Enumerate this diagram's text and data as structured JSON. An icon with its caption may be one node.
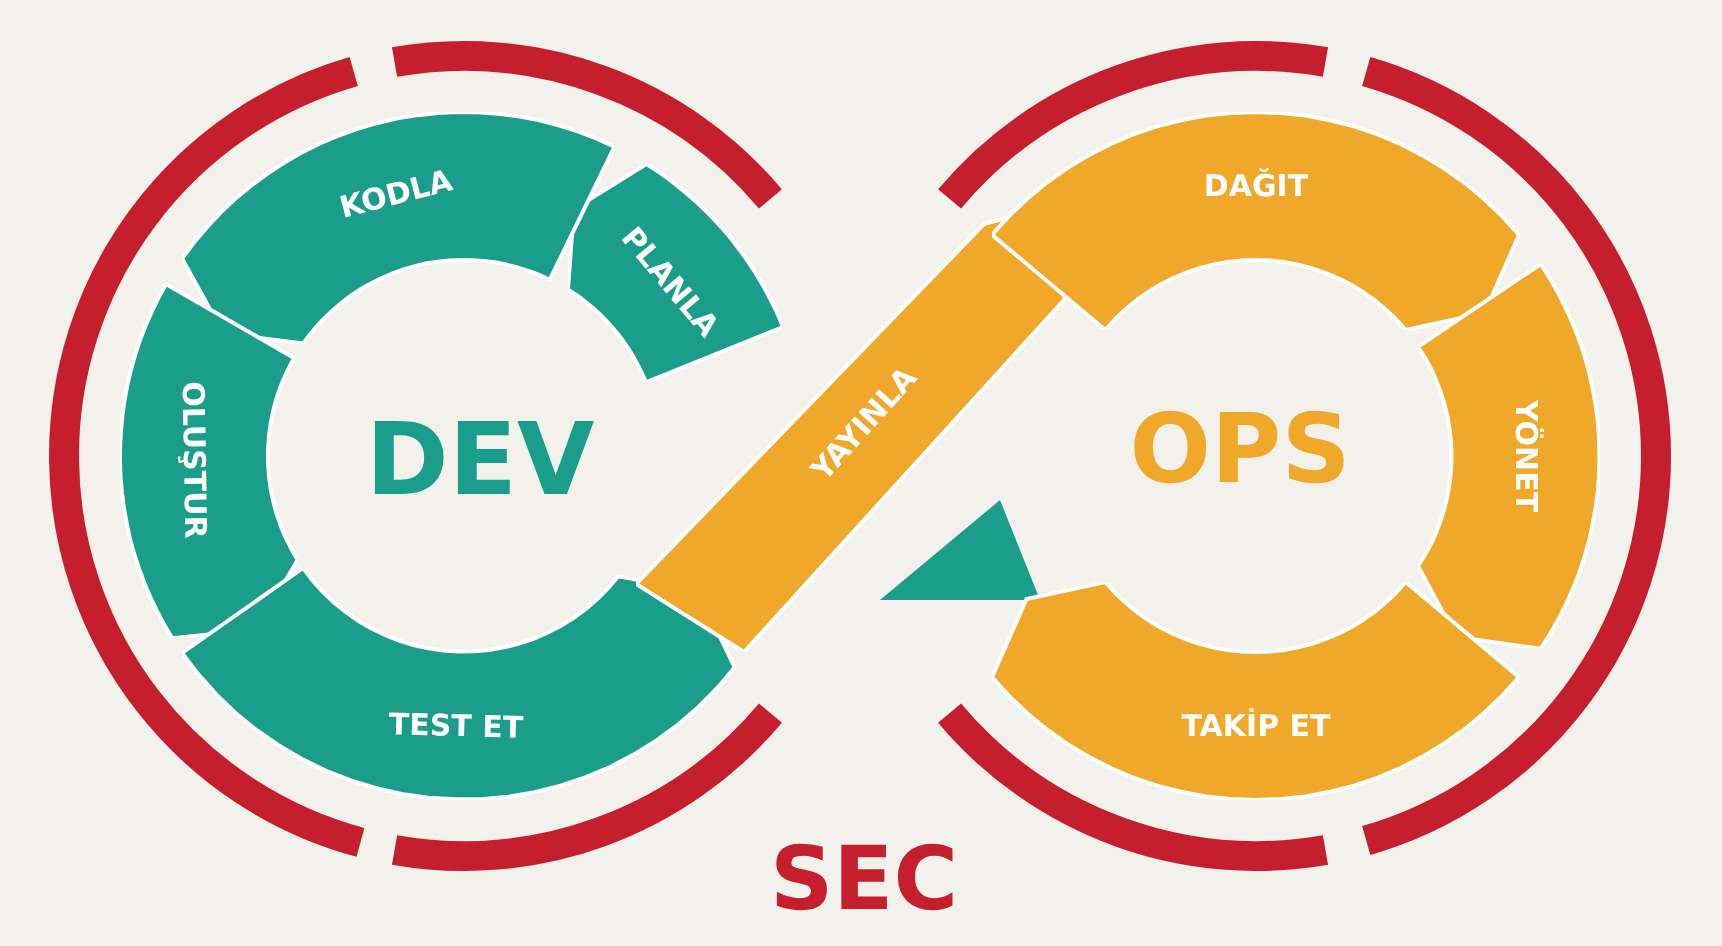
{
  "diagram": {
    "nodes": [
      {
        "text": [
          "PLANLA"
        ]
      },
      {
        "text": [
          "KODLA"
        ]
      },
      {
        "text": [
          "OLUŞTUR"
        ]
      },
      {
        "text": [
          "TEST ET"
        ]
      },
      {
        "text": [
          "YAYINLA"
        ]
      },
      {
        "text": [
          "DAĞIT"
        ]
      },
      {
        "text": [
          "YÖNET"
        ]
      },
      {
        "text": [
          "TAKİP ET"
        ]
      }
    ],
    "labels": [
      "DEV",
      "OPS",
      "SEC"
    ]
  }
}
